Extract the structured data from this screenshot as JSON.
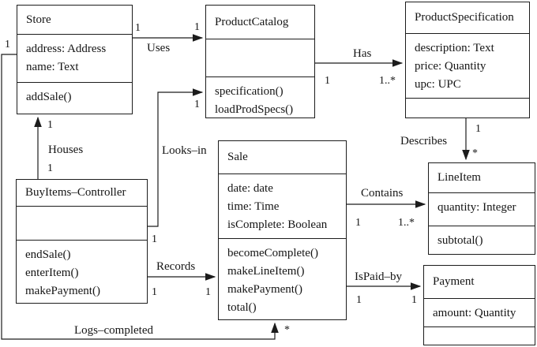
{
  "classes": {
    "store": {
      "name": "Store",
      "attributes": [
        "address: Address",
        "name: Text"
      ],
      "methods": [
        "addSale()"
      ]
    },
    "product_catalog": {
      "name": "ProductCatalog",
      "attributes": [],
      "methods": [
        "specification()",
        "loadProdSpecs()"
      ]
    },
    "product_specification": {
      "name": "ProductSpecification",
      "attributes": [
        "description: Text",
        "price: Quantity",
        "upc: UPC"
      ],
      "methods": []
    },
    "sale": {
      "name": "Sale",
      "attributes": [
        "date: date",
        "time: Time",
        "isComplete: Boolean"
      ],
      "methods": [
        "becomeComplete()",
        "makeLineItem()",
        "makePayment()",
        "total()"
      ]
    },
    "buyitems_controller": {
      "name": "BuyItems–Controller",
      "attributes": [],
      "methods": [
        "endSale()",
        "enterItem()",
        "makePayment()"
      ]
    },
    "line_item": {
      "name": "LineItem",
      "attributes": [
        "quantity: Integer"
      ],
      "methods": [
        "subtotal()"
      ]
    },
    "payment": {
      "name": "Payment",
      "attributes": [
        "amount: Quantity"
      ],
      "methods": []
    }
  },
  "associations": {
    "uses": {
      "label": "Uses",
      "source_mult": "1",
      "target_mult": "1"
    },
    "has": {
      "label": "Has",
      "source_mult": "1",
      "target_mult": "1..*"
    },
    "describes": {
      "label": "Describes",
      "source_mult": "1",
      "target_mult": "*"
    },
    "contains": {
      "label": "Contains",
      "source_mult": "1",
      "target_mult": "1..*"
    },
    "is_paid_by": {
      "label": "IsPaid–by",
      "source_mult": "1",
      "target_mult": "1"
    },
    "records": {
      "label": "Records",
      "source_mult": "1",
      "target_mult": "1"
    },
    "looks_in": {
      "label": "Looks–in",
      "source_mult": "1",
      "target_mult": "1"
    },
    "houses": {
      "label": "Houses",
      "source_mult": "1",
      "target_mult": "1"
    },
    "logs_completed": {
      "label": "Logs–completed",
      "source_mult": "1",
      "target_mult": "*"
    }
  },
  "colors": {
    "line": "#1c1c1c",
    "background": "#ffffff",
    "text": "#151515"
  }
}
